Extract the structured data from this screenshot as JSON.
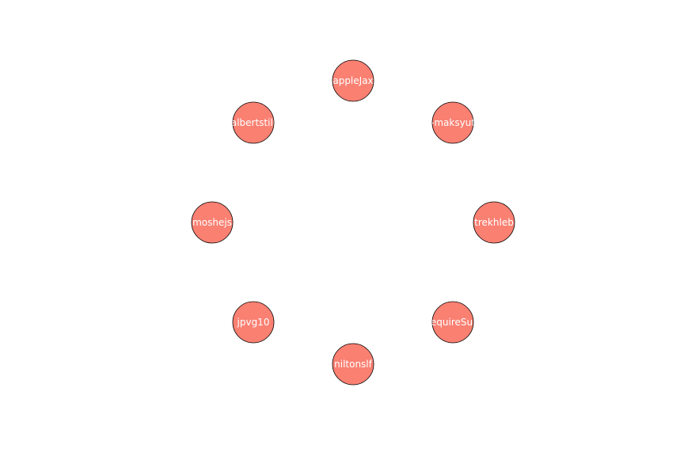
{
  "graph": {
    "node_color": "#fa8072",
    "label_color": "#ffffff",
    "nodes": [
      {
        "label": "appleJax"
      },
      {
        "label": "albertstill"
      },
      {
        "label": "moshejs"
      },
      {
        "label": "jpvg10"
      },
      {
        "label": "niltonslf"
      },
      {
        "label": "requireSun"
      },
      {
        "label": "trekhleb"
      },
      {
        "label": "-maksyut"
      }
    ]
  }
}
